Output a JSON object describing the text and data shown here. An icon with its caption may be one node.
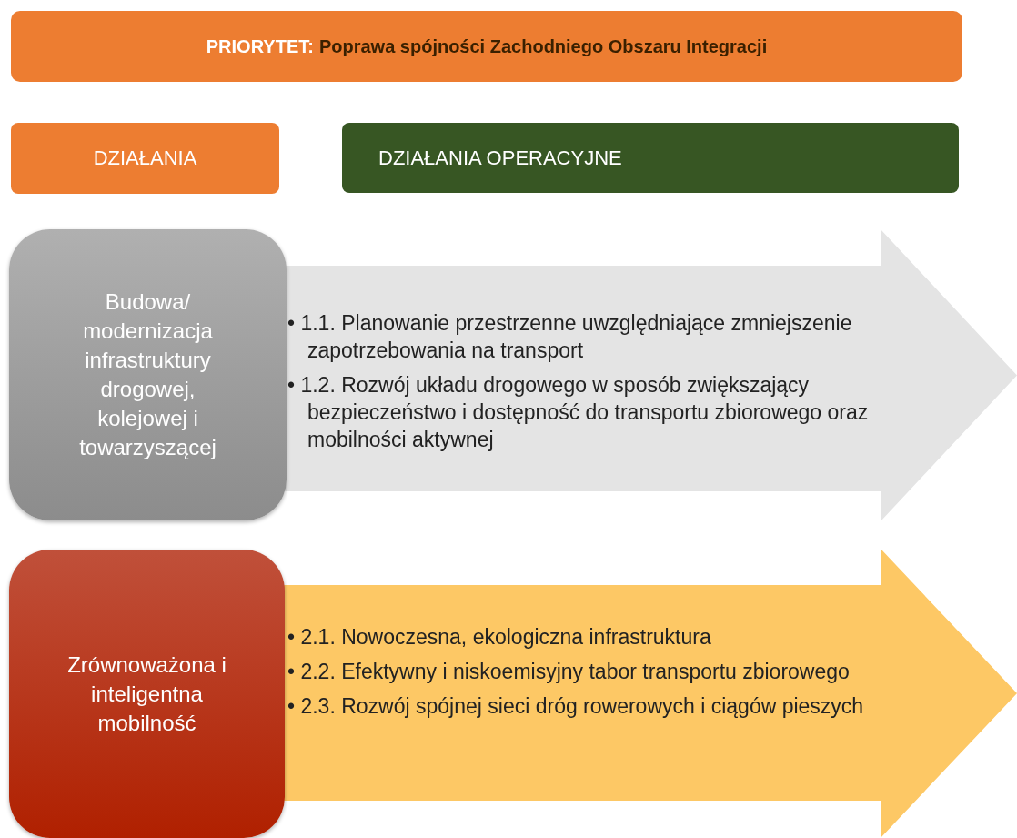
{
  "diagram": {
    "nodes": [
      {
        "text": [
          "PRIORYTET:",
          "Poprawa spójności Zachodniego Obszaru Integracji"
        ]
      },
      {
        "text": [
          "DZIAŁANIA"
        ]
      },
      {
        "text": [
          "DZIAŁANIA OPERACYJNE"
        ]
      },
      {
        "text": [
          "Budowa/ modernizacja infrastruktury drogowej, kolejowej i towarzyszącej"
        ]
      },
      {
        "text": [
          "• 1.1. Planowanie przestrzenne uwzględniające zmniejszenie zapotrzebowania na transport",
          "• 1.2. Rozwój układu drogowego w sposób zwiększający bezpieczeństwo i dostępność do transportu zbiorowego oraz mobilności aktywnej"
        ]
      },
      {
        "text": [
          "Zrównoważona i inteligentna mobilność"
        ]
      },
      {
        "text": [
          "• 2.1. Nowoczesna, ekologiczna infrastruktura",
          "• 2.2. Efektywny i niskoemisyjny tabor transportu zbiorowego",
          "• 2.3. Rozwój spójnej sieci dróg rowerowych i ciągów pieszych"
        ]
      }
    ],
    "edges": []
  }
}
